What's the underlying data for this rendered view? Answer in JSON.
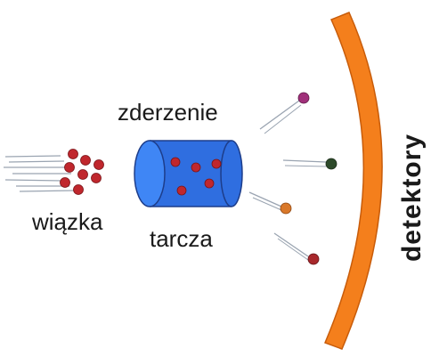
{
  "labels": {
    "collision": "zderzenie",
    "beam": "wiązka",
    "target": "tarcza",
    "detectors": "detektory"
  },
  "colors": {
    "background": "#ffffff",
    "detector_arc": "#f47f1c",
    "detector_arc_edge": "#c85c0a",
    "target_body": "#2f6ee0",
    "target_edge": "#1d3d8a",
    "beam_particle": "#c0272d",
    "trail": "#9aa4b1",
    "text": "#1a1a1a",
    "scatter_purple": "#a0307a",
    "scatter_green": "#2d4a2a",
    "scatter_orange": "#d9782a",
    "scatter_red": "#a8282c"
  }
}
